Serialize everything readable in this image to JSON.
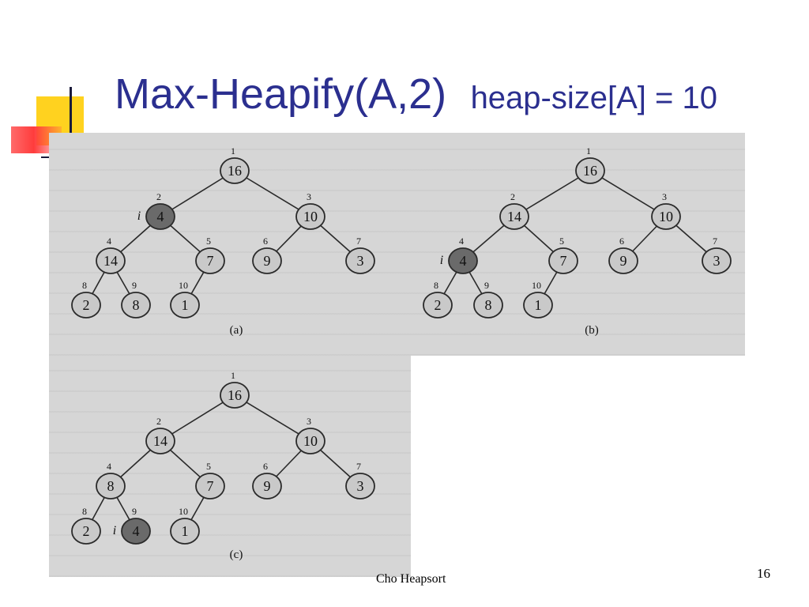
{
  "slide": {
    "title_main": "Max-Heapify(A,2)",
    "title_sub": "heap-size[A] = 10",
    "footer": "Cho Heapsort",
    "page_number": "16"
  },
  "colors": {
    "title": "#2b2f8f",
    "node_fill": "#c9c9c9",
    "highlight_fill": "#6a6a6a",
    "panel_bg": "#d6d6d6"
  },
  "heaps": [
    {
      "id": "a",
      "caption": "(a)",
      "values": [
        16,
        4,
        10,
        14,
        7,
        9,
        3,
        2,
        8,
        1
      ],
      "highlight_index": 2,
      "pointer_label": "i"
    },
    {
      "id": "b",
      "caption": "(b)",
      "values": [
        16,
        14,
        10,
        4,
        7,
        9,
        3,
        2,
        8,
        1
      ],
      "highlight_index": 4,
      "pointer_label": "i"
    },
    {
      "id": "c",
      "caption": "(c)",
      "values": [
        16,
        14,
        10,
        8,
        7,
        9,
        3,
        2,
        4,
        1
      ],
      "highlight_index": 9,
      "pointer_label": "i"
    }
  ]
}
